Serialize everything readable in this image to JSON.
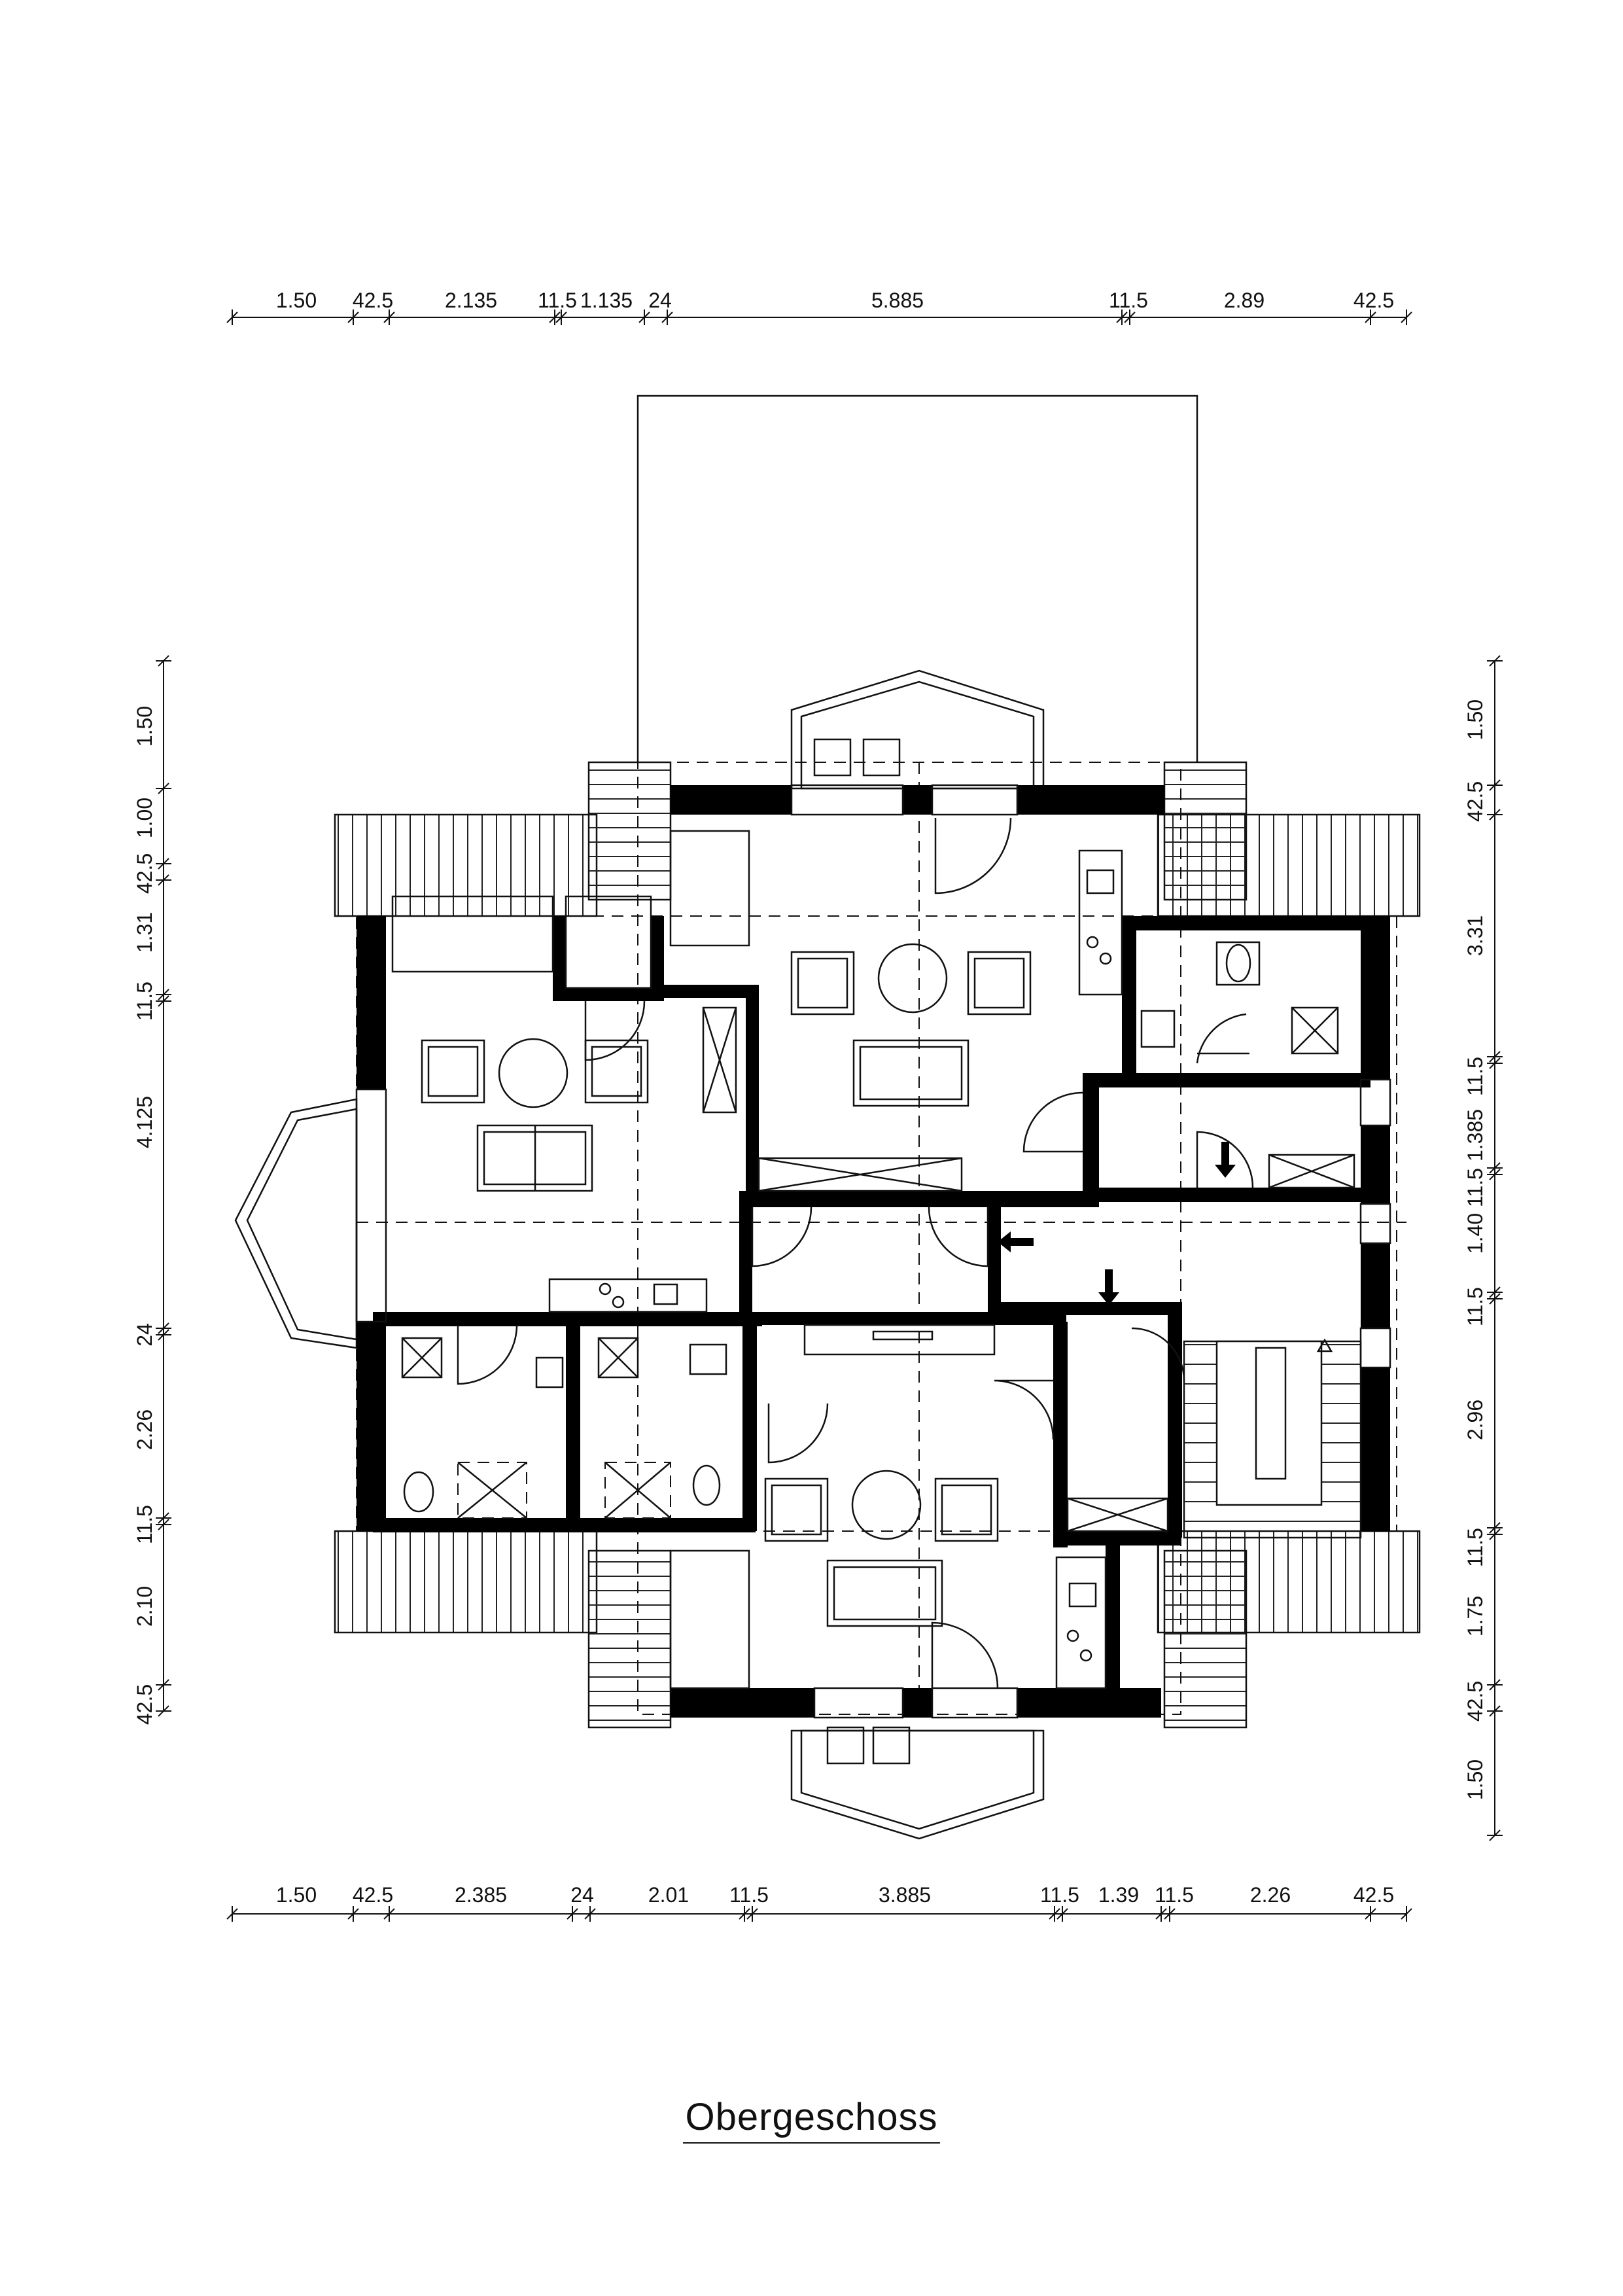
{
  "title": "Obergeschoss",
  "dimensions": {
    "top": [
      "1.50",
      "42.5",
      "2.135",
      "11.5",
      "1.135",
      "24",
      "5.885",
      "11.5",
      "2.89",
      "42.5"
    ],
    "bottom": [
      "1.50",
      "42.5",
      "2.385",
      "24",
      "2.01",
      "11.5",
      "3.885",
      "11.5",
      "1.39",
      "11.5",
      "2.26",
      "42.5"
    ],
    "left": [
      "1.50",
      "1.00",
      "42.5",
      "1.31",
      "11.5",
      "4.125",
      "24",
      "2.26",
      "11.5",
      "2.10",
      "42.5"
    ],
    "right": [
      "1.50",
      "42.5",
      "3.31",
      "11.5",
      "1.385",
      "11.5",
      "1.40",
      "11.5",
      "2.96",
      "11.5",
      "1.75",
      "42.5",
      "1.50"
    ]
  }
}
